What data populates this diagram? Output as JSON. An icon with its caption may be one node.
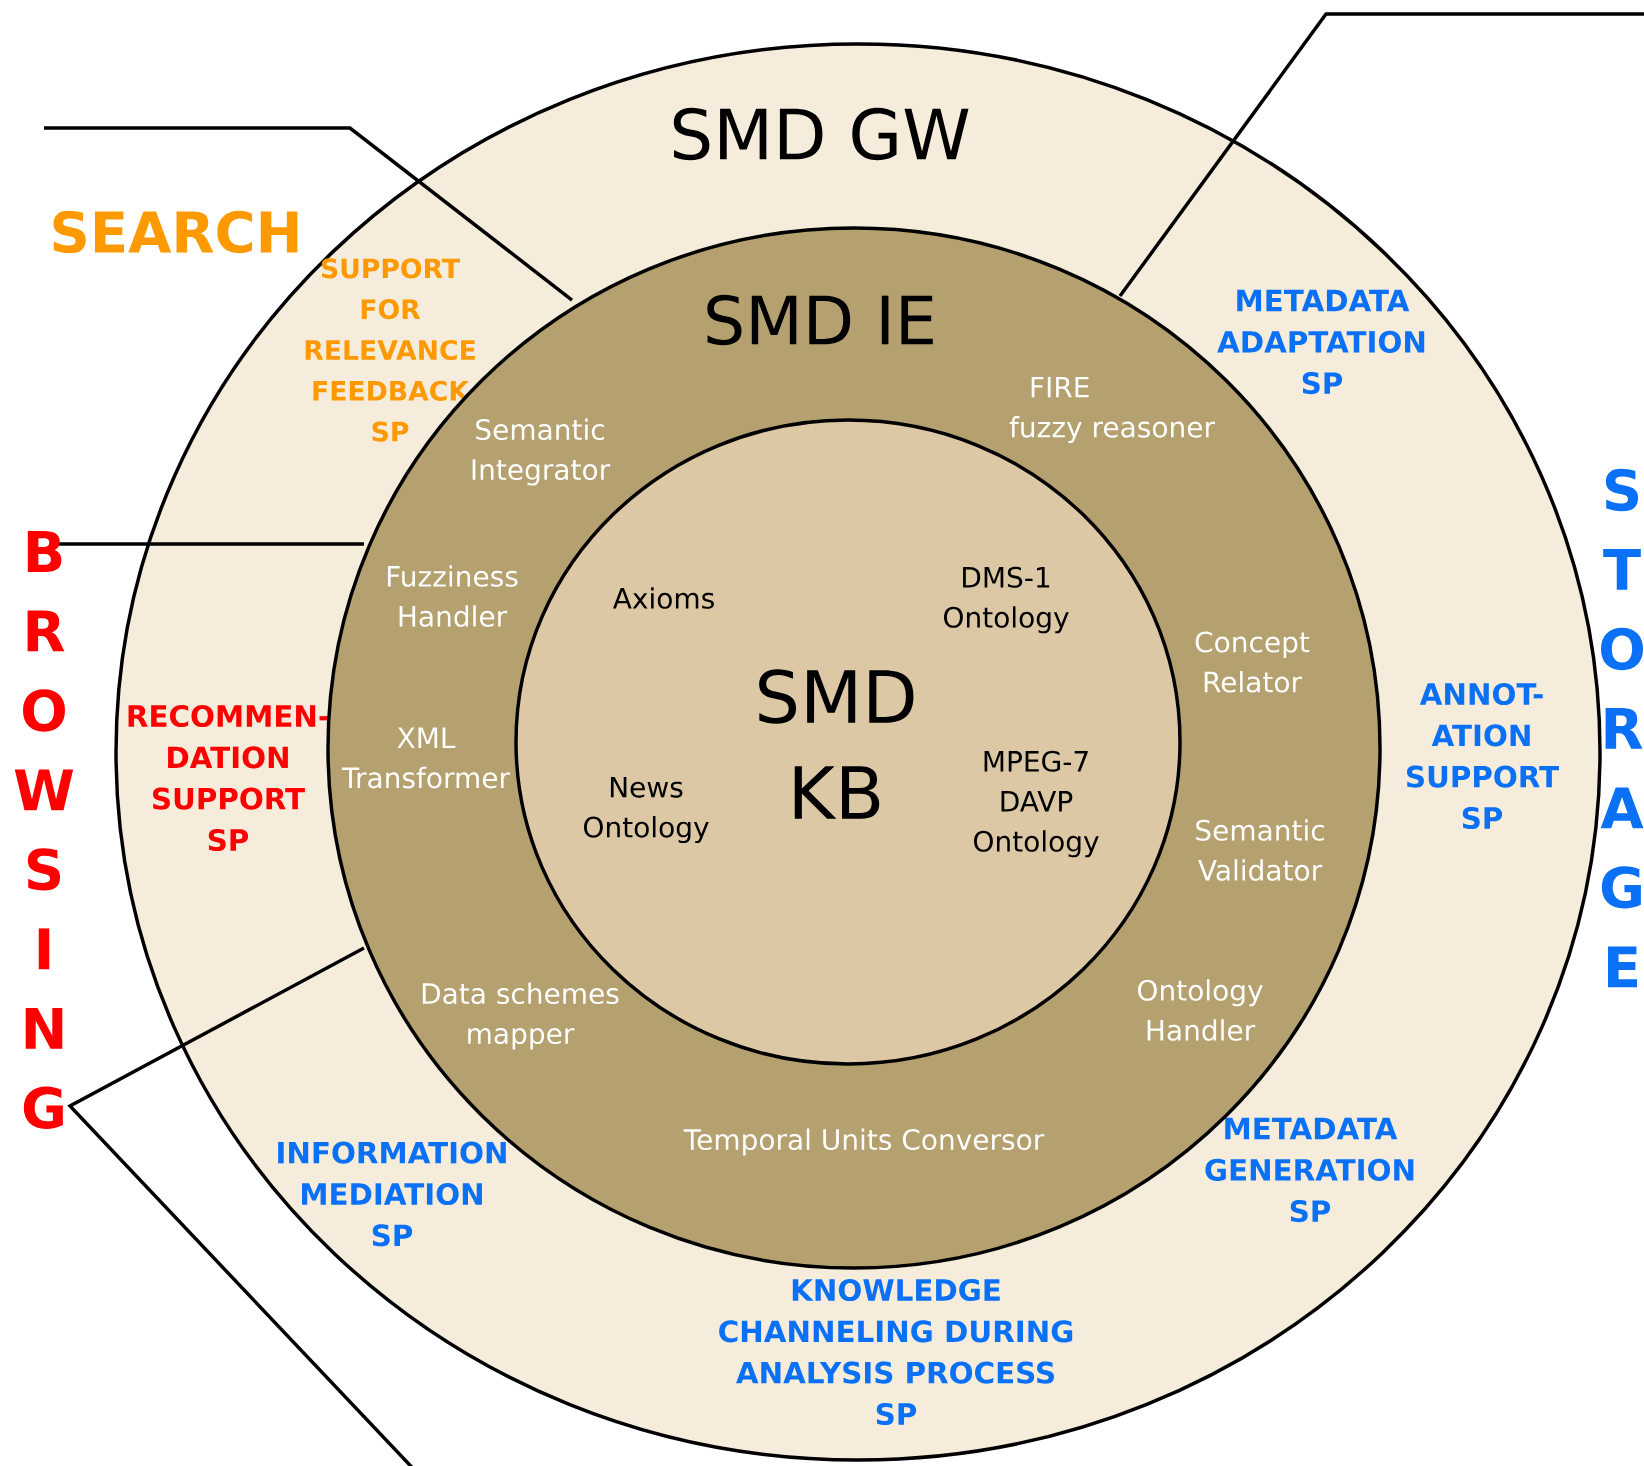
{
  "diagram": {
    "nodes": [
      {
        "text": [
          "SMD GW",
          "SUPPORT FOR RELEVANCE FEEDBACK SP",
          "METADATA ADAPTATION SP",
          "RECOMMEN- DATION SUPPORT SP",
          "ANNOT- ATION SUPPORT SP",
          "INFORMATION MEDIATION SP",
          "METADATA GENERATION SP",
          "KNOWLEDGE CHANNELING DURING ANALYSIS PROCESS SP"
        ]
      },
      {
        "text": [
          "SMD IE",
          "Semantic Integrator",
          "FIRE fuzzy reasoner",
          "Fuzziness Handler",
          "Concept Relator",
          "XML Transformer",
          "Semantic Validator",
          "Data schemes mapper",
          "Ontology Handler",
          "Temporal Units Conversor"
        ],
        "in": 0
      },
      {
        "text": [
          "SMD KB",
          "Axioms",
          "DMS-1 Ontology",
          "News Ontology",
          "MPEG-7 DAVP Ontology"
        ],
        "in": 1
      }
    ],
    "labels": [
      "SEARCH",
      "BROWSING",
      "STORAGE"
    ]
  }
}
